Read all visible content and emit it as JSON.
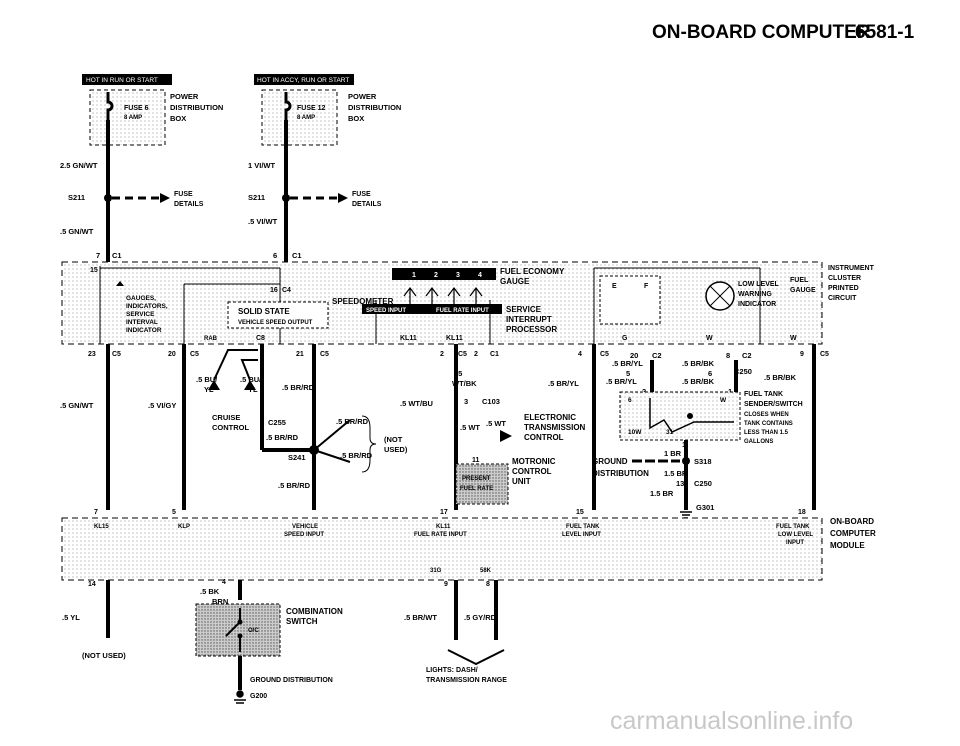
{
  "header": {
    "title": "ON-BOARD COMPUTER",
    "page_number": "6581-1"
  },
  "watermark": "carmanualsonline.info",
  "hot_labels": {
    "left": "HOT IN RUN OR START",
    "right": "HOT IN ACCY, RUN OR START"
  },
  "power_boxes": {
    "left": {
      "fuse": "FUSE 6",
      "amp": "8 AMP",
      "label1": "POWER",
      "label2": "DISTRIBUTION",
      "label3": "BOX"
    },
    "right": {
      "fuse": "FUSE 12",
      "amp": "8 AMP",
      "label1": "POWER",
      "label2": "DISTRIBUTION",
      "label3": "BOX"
    }
  },
  "wires": {
    "w1": "2.5 GN/WT",
    "w2": "1 VI/WT",
    "w3": ".5 GN/WT",
    "w4": ".5 VI/WT",
    "w5": ".5 GN/WT",
    "w6": ".5 VI/GY",
    "w7": ".5 BU/",
    "w8": "YL",
    "w9": ".5 BU/",
    "w10": "YL",
    "w11": ".5 BR/RD",
    "w12": ".5 BR/RD",
    "w13": ".5 BR/RD",
    "w14": ".5 BR/RD",
    "w15": ".5 BR/RD",
    "w16": ".5 WT/BU",
    "w17": ".5",
    "w18": "WT/BK",
    "w19": ".5 WT",
    "w20": ".5 WT",
    "w21": ".5 BR/YL",
    "w22": ".5 BR/YL",
    "w23": ".5 BR/YL",
    "w24": ".5 BR/BK",
    "w25": ".5 BR/BK",
    "w26": ".5 BR/BK",
    "w27": "1 BR",
    "w28": "1.5 BR",
    "w29": "1.5 BR",
    "w30": ".5 YL",
    "w31": ".5 BK",
    "w32": "BRN",
    "w33": ".5 BR/WT",
    "w34": ".5 GY/RD"
  },
  "splices": {
    "s1": "S211",
    "s2": "S211",
    "s3": "S241",
    "s4": "S318"
  },
  "fuse_details": {
    "a": "FUSE",
    "b": "DETAILS",
    "c": "FUSE",
    "d": "DETAILS"
  },
  "connectors": {
    "c1a": "C1",
    "c1b": "C1",
    "c1c": "C1",
    "c4": "C4",
    "c5a": "C5",
    "c5b": "C5",
    "c5c": "C5",
    "c5d": "C5",
    "c5e": "C5",
    "c5f": "C5",
    "c2a": "C2",
    "c2b": "C2",
    "c103": "C103",
    "c250a": "C250",
    "c250b": "C250",
    "c255": "C255",
    "c8": "C8",
    "g301": "G301",
    "g200": "G200"
  },
  "pins": {
    "p7": "7",
    "p6": "6",
    "p15": "15",
    "p16": "16",
    "p23": "23",
    "p20": "20",
    "p21": "21",
    "p2": "2",
    "p2b": "2",
    "p2c": "2",
    "p3": "3",
    "p4": "4",
    "p5": "5",
    "p6b": "6",
    "p9": "9",
    "p8": "8",
    "p11": "11",
    "p17": "17",
    "p15b": "15",
    "p18": "18",
    "p7b": "7",
    "p5b": "5",
    "p14": "14",
    "p4b": "4",
    "p9b": "9",
    "p8b": "8",
    "p13": "13",
    "p1": "1",
    "p20b": "20",
    "p1b": "1",
    "p2d": "2",
    "p31": "31",
    "p10w": "10W",
    "p6c": "6",
    "pw": "W",
    "pg": "G",
    "pw2": "W",
    "pw3": "W",
    "p1t": "1",
    "p2t": "2",
    "p3t": "3",
    "p4t": "4",
    "kl11a": "KL11",
    "kl11b": "KL11"
  },
  "cluster": {
    "gauges": [
      "GAUGES,",
      "INDICATORS,",
      "SERVICE",
      "INTERVAL",
      "INDICATOR"
    ],
    "solid_state": "SOLID STATE",
    "vehicle_speed_output": "VEHICLE SPEED OUTPUT",
    "speedometer": "SPEEDOMETER",
    "speed_input": "SPEED INPUT",
    "fuel_rate_input": "FUEL RATE INPUT",
    "fuel_economy": [
      "FUEL ECONOMY",
      "GAUGE"
    ],
    "service_interrupt": [
      "SERVICE",
      "INTERRUPT",
      "PROCESSOR"
    ],
    "low_level": [
      "LOW LEVEL",
      "WARNING",
      "INDICATOR"
    ],
    "fuel_gauge": [
      "FUEL",
      "GAUGE"
    ],
    "e": "E",
    "f": "F",
    "instrument": [
      "INSTRUMENT",
      "CLUSTER",
      "PRINTED",
      "CIRCUIT"
    ],
    "rab": "RAB"
  },
  "components": {
    "cruise": [
      "CRUISE",
      "CONTROL"
    ],
    "not_used": [
      "(NOT",
      "USED)"
    ],
    "electronic": [
      "ELECTRONIC",
      "TRANSMISSION",
      "CONTROL"
    ],
    "present_fuel_rate": [
      "PRESENT",
      "FUEL RATE"
    ],
    "motronic": [
      "MOTRONIC",
      "CONTROL",
      "UNIT"
    ],
    "ground_dist": [
      "GROUND",
      "DISTRIBUTION"
    ],
    "fuel_tank_sender": [
      "FUEL TANK",
      "SENDER/SWITCH",
      "CLOSES WHEN",
      "TANK CONTAINS",
      "LESS THAN 1.5",
      "GALLONS"
    ],
    "combination_switch": [
      "COMBINATION",
      "SWITCH"
    ],
    "oc": "O/C",
    "ground_dist2": "GROUND DISTRIBUTION",
    "lights": [
      "LIGHTS: DASH/",
      "TRANSMISSION RANGE"
    ],
    "not_used2": "(NOT USED)"
  },
  "obc": {
    "kl15": "KL15",
    "klp": "KLP",
    "vehicle": [
      "VEHICLE",
      "SPEED INPUT"
    ],
    "kl11": [
      "KL11",
      "FUEL RATE INPUT"
    ],
    "fuel_tank": [
      "FUEL TANK",
      "LEVEL INPUT"
    ],
    "fuel_tank_low": [
      "FUEL TANK",
      "LOW LEVEL",
      "INPUT"
    ],
    "module": [
      "ON-BOARD",
      "COMPUTER",
      "MODULE"
    ],
    "p31g": "31G",
    "p58k": "58K"
  }
}
